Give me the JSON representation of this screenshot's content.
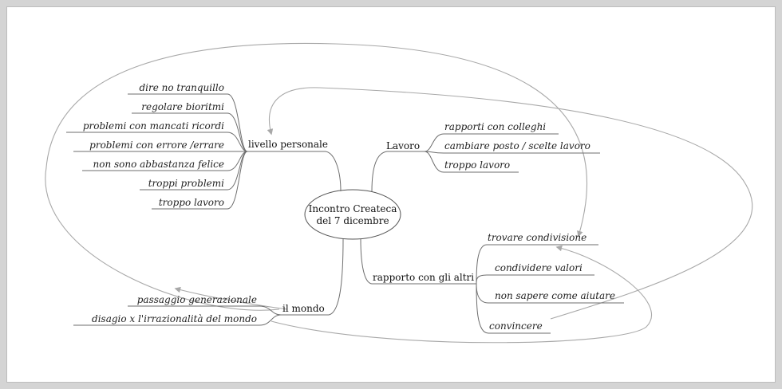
{
  "center": {
    "line1": "Incontro Createca",
    "line2": "del 7 dicembre"
  },
  "branches": {
    "livello": {
      "label": "livello personale",
      "leaves": [
        "dire no tranquillo",
        "regolare bioritmi",
        "problemi con mancati ricordi",
        "problemi con errore /errare",
        "non sono abbastanza felice",
        "troppi problemi",
        "troppo lavoro"
      ]
    },
    "lavoro": {
      "label": "Lavoro",
      "leaves": [
        "rapporti con colleghi",
        "cambiare posto / scelte lavoro",
        "troppo lavoro"
      ]
    },
    "rapporto": {
      "label": "rapporto con gli altri",
      "leaves": [
        "trovare condivisione",
        "condividere valori",
        "non sapere come aiutare",
        "convincere"
      ]
    },
    "mondo": {
      "label": "il mondo",
      "leaves": [
        "passaggio generazionale",
        "disagio x l'irrazionalità del mondo"
      ]
    }
  },
  "colors": {
    "branch_line": "#6e6e6e",
    "relationship_arrow": "#a8a8a8",
    "background": "#ffffff"
  }
}
